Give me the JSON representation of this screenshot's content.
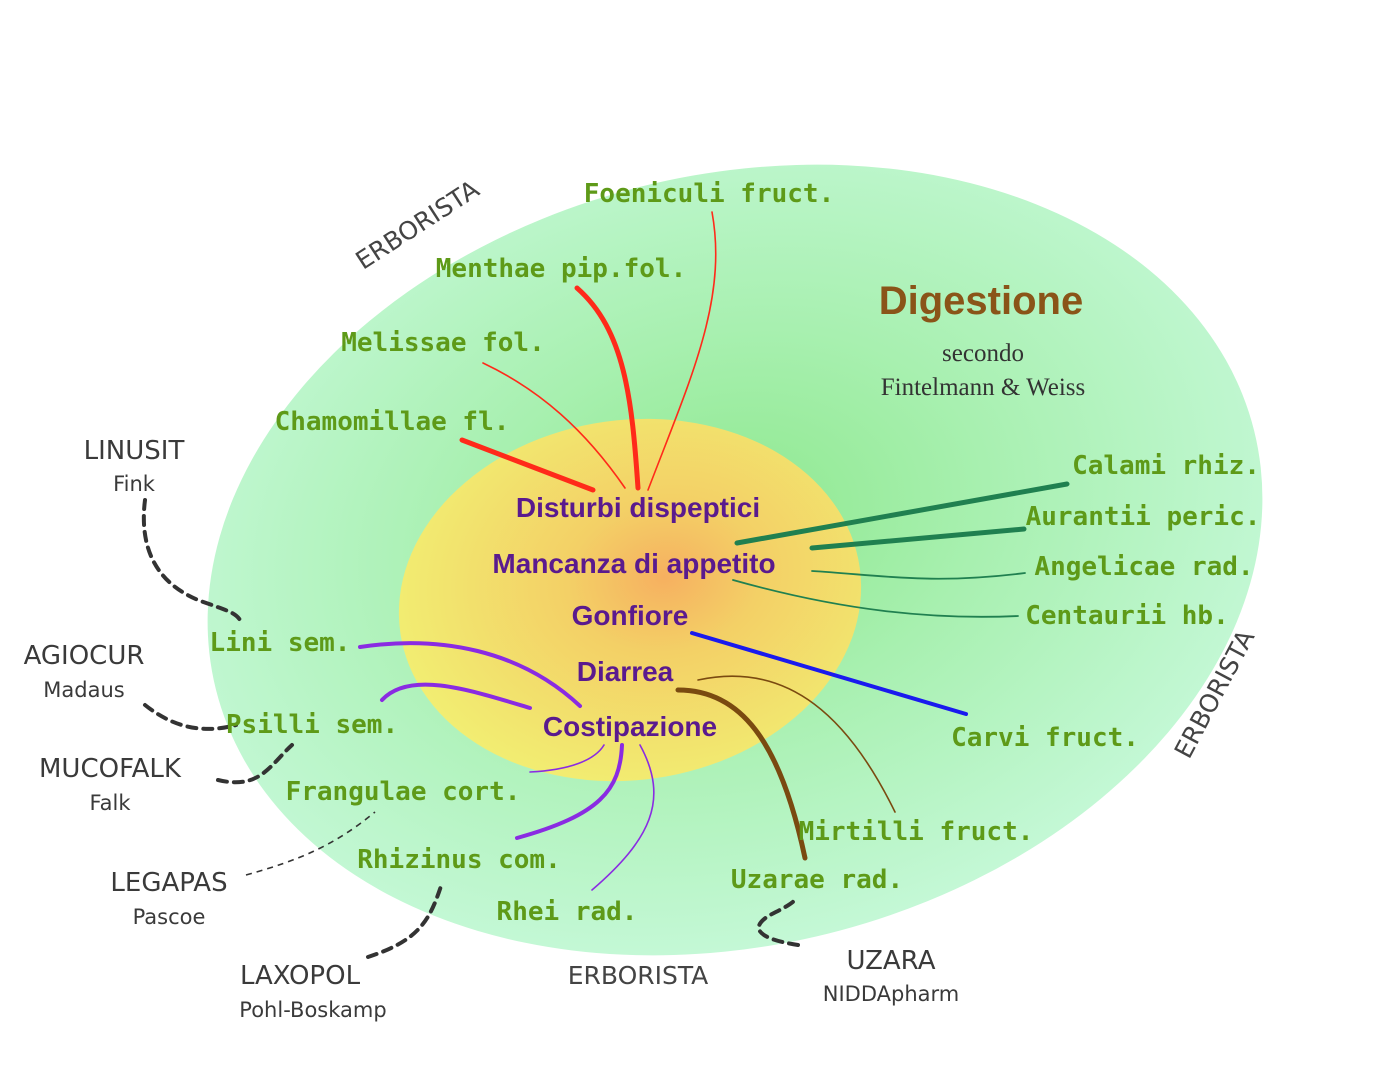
{
  "title": "Digestione",
  "subtitle_line1": "secondo",
  "subtitle_line2": "Fintelmann & Weiss",
  "erborista_labels": [
    "ERBORISTA",
    "ERBORISTA",
    "ERBORISTA"
  ],
  "conditions": [
    "Disturbi dispeptici",
    "Mancanza di appetito",
    "Gonfiore",
    "Diarrea",
    "Costipazione"
  ],
  "herbs": [
    "Foeniculi fruct.",
    "Menthae pip.fol.",
    "Melissae fol.",
    "Chamomillae fl.",
    "Calami rhiz.",
    "Aurantii peric.",
    "Angelicae rad.",
    "Centaurii hb.",
    "Carvi fruct.",
    "Lini sem.",
    "Psilli sem.",
    "Frangulae cort.",
    "Rhizinus com.",
    "Rhei rad.",
    "Mirtilli fruct.",
    "Uzarae rad."
  ],
  "products": [
    {
      "name": "LINUSIT",
      "maker": "Fink"
    },
    {
      "name": "AGIOCUR",
      "maker": "Madaus"
    },
    {
      "name": "MUCOFALK",
      "maker": "Falk"
    },
    {
      "name": "LEGAPAS",
      "maker": "Pascoe"
    },
    {
      "name": "LAXOPOL",
      "maker": "Pohl-Boskamp"
    },
    {
      "name": "UZARA",
      "maker": "NIDDApharm"
    }
  ],
  "colors": {
    "outer_zone": "#b8f5c8",
    "inner_zone": "#f2ee70",
    "dyspepsia_links": "#ff2a1a",
    "appetite_links": "#208050",
    "bloating_link": "#1a1aee",
    "constipation_links": "#8a2be2",
    "diarrhea_links": "#7a4a10",
    "product_links": "#333333"
  }
}
